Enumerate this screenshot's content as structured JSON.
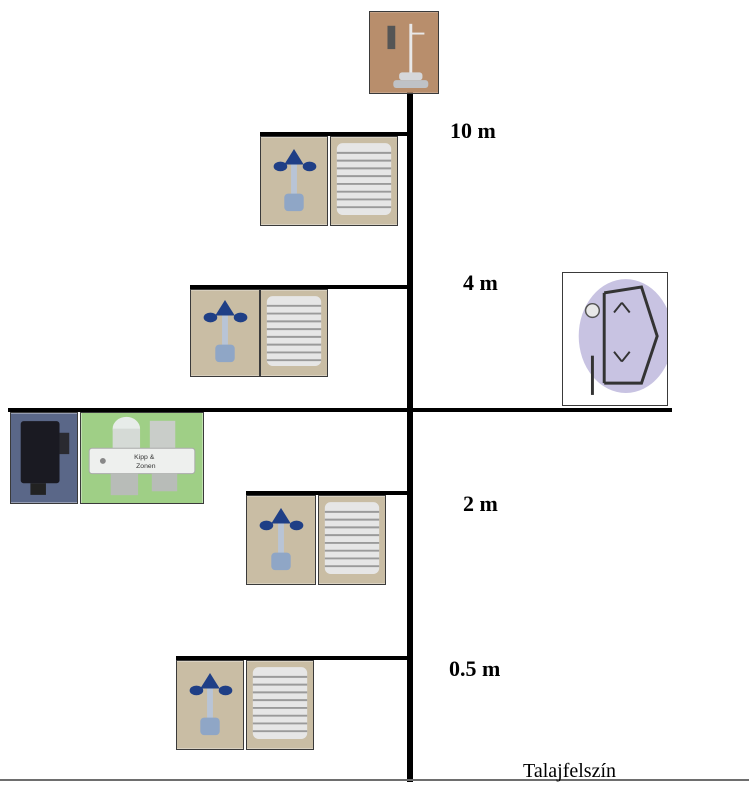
{
  "heights": {
    "h10": "10 m",
    "h4": "4 m",
    "h2": "2 m",
    "h05": "0.5 m"
  },
  "ground_label": "Talajfelszín",
  "instruments": [
    "cup-anemometer-icon",
    "radiation-shield-icon",
    "wind-vane-icon",
    "sonic-anemometer-icon",
    "data-logger-icon",
    "kipp-zonen-radiometer-icon"
  ],
  "radiometer_label": [
    "Kipp &",
    "Zonen"
  ],
  "colors": {
    "mast": "#000000",
    "ground": "#6e6e6e",
    "photo_bg_beige": "#c9bda4",
    "shield": "#e6e6e6",
    "anemometer_blue": "#1f3f86",
    "radiometer_green": "#9fcf86"
  }
}
